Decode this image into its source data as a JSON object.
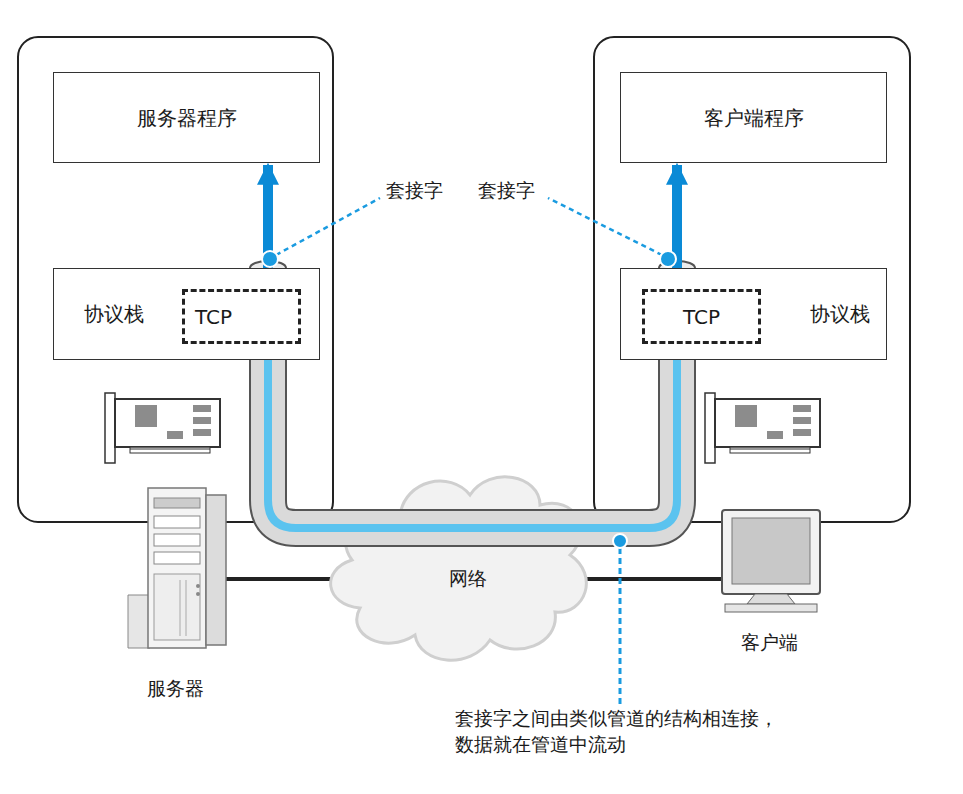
{
  "diagram": {
    "nodes": [
      {
        "text": [
          "服务器程序"
        ]
      },
      {
        "text": [
          "协议栈"
        ]
      },
      {
        "text": [
          "TCP"
        ],
        "in": 1
      },
      {
        "text": [
          "客户端程序"
        ]
      },
      {
        "text": [
          "协议栈"
        ]
      },
      {
        "text": [
          "TCP"
        ],
        "in": 4
      }
    ],
    "edges": [
      {
        "from": 1,
        "to": 0,
        "arrow": "to"
      },
      {
        "from": 4,
        "to": 3,
        "arrow": "to"
      }
    ],
    "labels": [
      "套接字",
      "套接字",
      "网络",
      "服务器",
      "客户端",
      "套接字之间由类似管道的结构相连接， 数据就在管道中流动"
    ]
  }
}
